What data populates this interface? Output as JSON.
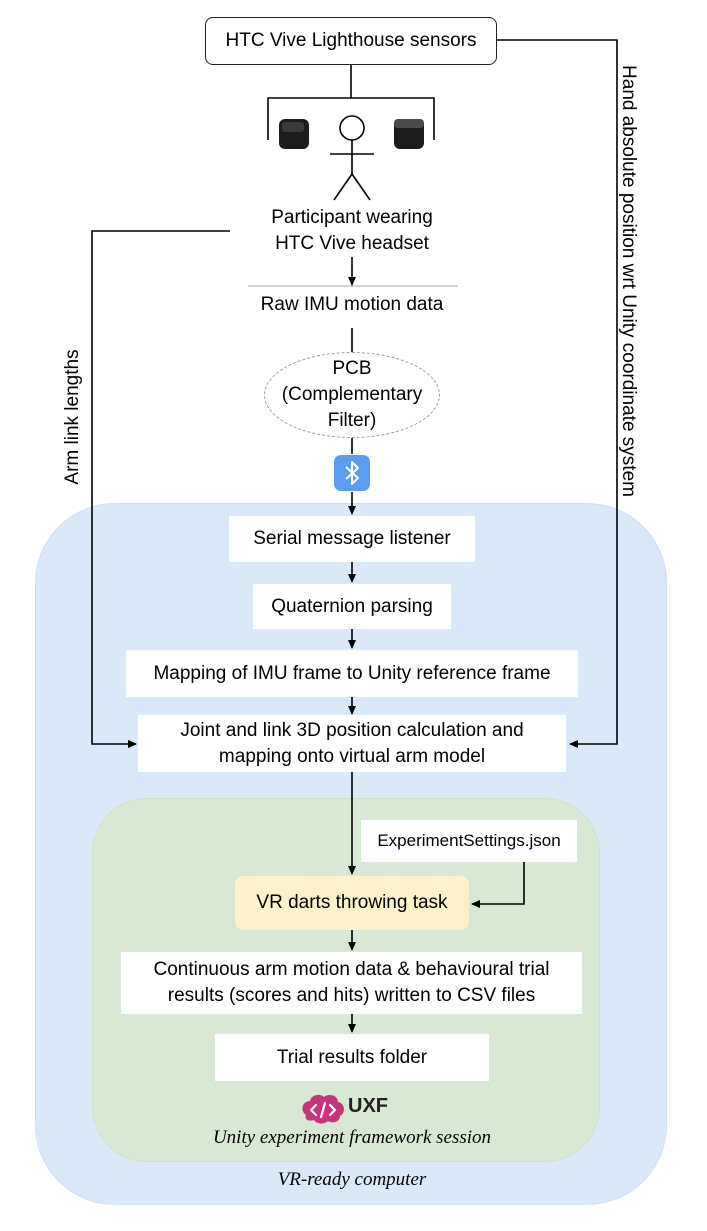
{
  "top_box": {
    "label": "HTC Vive Lighthouse sensors"
  },
  "participant": {
    "line1": "Participant wearing",
    "line2": "HTC Vive headset"
  },
  "raw_imu": {
    "label": "Raw IMU motion data"
  },
  "pcb": {
    "line1": "PCB",
    "line2": "(Complementary",
    "line3": "Filter)"
  },
  "side_labels": {
    "left": "Arm link lengths",
    "right": "Hand absolute position wrt Unity coordinate system"
  },
  "steps": {
    "serial": "Serial message listener",
    "quaternion": "Quaternion parsing",
    "mapping": "Mapping of IMU frame to Unity reference frame",
    "joint_line1": "Joint and link 3D position calculation and",
    "joint_line2": "mapping onto virtual arm model",
    "settings": "ExperimentSettings.json",
    "task": "VR darts throwing task",
    "continuous_line1": "Continuous arm motion data & behavioural trial",
    "continuous_line2": "results (scores and hits) written to CSV files",
    "results_folder": "Trial results folder"
  },
  "uxf": {
    "logo_text": "UXF",
    "caption": "Unity experiment framework session"
  },
  "computer_caption": "VR-ready computer",
  "icons": [
    "lighthouse-sensor-icon",
    "person-icon",
    "bluetooth-icon",
    "brain-code-icon"
  ],
  "colors": {
    "blue_region": "#dbe8f8",
    "green_region": "#d9e8d4",
    "task_box": "#fdf1c9",
    "bluetooth": "#5a9cf2",
    "uxf_logo": "#c8347a"
  }
}
